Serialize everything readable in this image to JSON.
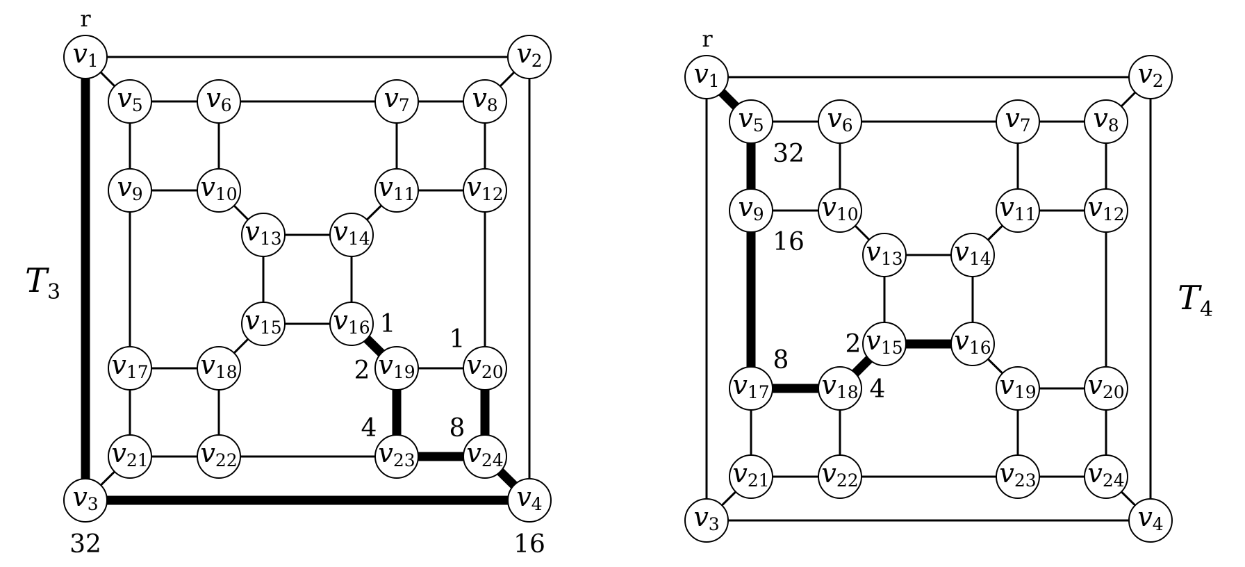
{
  "diagrams": [
    {
      "name": "T3",
      "label": {
        "main": "T",
        "sub": "3"
      },
      "root_label": "r",
      "nodes": [
        {
          "id": "v1",
          "num": "1"
        },
        {
          "id": "v2",
          "num": "2"
        },
        {
          "id": "v3",
          "num": "3"
        },
        {
          "id": "v4",
          "num": "4"
        },
        {
          "id": "v5",
          "num": "5"
        },
        {
          "id": "v6",
          "num": "6"
        },
        {
          "id": "v7",
          "num": "7"
        },
        {
          "id": "v8",
          "num": "8"
        },
        {
          "id": "v9",
          "num": "9"
        },
        {
          "id": "v10",
          "num": "10"
        },
        {
          "id": "v11",
          "num": "11"
        },
        {
          "id": "v12",
          "num": "12"
        },
        {
          "id": "v13",
          "num": "13"
        },
        {
          "id": "v14",
          "num": "14"
        },
        {
          "id": "v15",
          "num": "15"
        },
        {
          "id": "v16",
          "num": "16"
        },
        {
          "id": "v17",
          "num": "17"
        },
        {
          "id": "v18",
          "num": "18"
        },
        {
          "id": "v19",
          "num": "19"
        },
        {
          "id": "v20",
          "num": "20"
        },
        {
          "id": "v21",
          "num": "21"
        },
        {
          "id": "v22",
          "num": "22"
        },
        {
          "id": "v23",
          "num": "23"
        },
        {
          "id": "v24",
          "num": "24"
        }
      ],
      "edges": [
        [
          "v1",
          "v2"
        ],
        [
          "v1",
          "v3",
          1
        ],
        [
          "v2",
          "v4"
        ],
        [
          "v3",
          "v4",
          1
        ],
        [
          "v1",
          "v5"
        ],
        [
          "v2",
          "v8"
        ],
        [
          "v3",
          "v21"
        ],
        [
          "v4",
          "v24",
          1
        ],
        [
          "v5",
          "v6"
        ],
        [
          "v6",
          "v7"
        ],
        [
          "v7",
          "v8"
        ],
        [
          "v5",
          "v9"
        ],
        [
          "v6",
          "v10"
        ],
        [
          "v7",
          "v11"
        ],
        [
          "v8",
          "v12"
        ],
        [
          "v9",
          "v10"
        ],
        [
          "v11",
          "v12"
        ],
        [
          "v10",
          "v13"
        ],
        [
          "v11",
          "v14"
        ],
        [
          "v13",
          "v14"
        ],
        [
          "v13",
          "v15"
        ],
        [
          "v14",
          "v16"
        ],
        [
          "v15",
          "v16"
        ],
        [
          "v15",
          "v18"
        ],
        [
          "v16",
          "v19",
          1
        ],
        [
          "v9",
          "v17"
        ],
        [
          "v12",
          "v20"
        ],
        [
          "v17",
          "v18"
        ],
        [
          "v19",
          "v20"
        ],
        [
          "v17",
          "v21"
        ],
        [
          "v18",
          "v22"
        ],
        [
          "v19",
          "v23",
          1
        ],
        [
          "v20",
          "v24",
          1
        ],
        [
          "v21",
          "v22"
        ],
        [
          "v22",
          "v23"
        ],
        [
          "v23",
          "v24",
          1
        ]
      ],
      "weights": [
        "32",
        "16",
        "1",
        "1",
        "2",
        "4",
        "8"
      ]
    },
    {
      "name": "T4",
      "label": {
        "main": "T",
        "sub": "4"
      },
      "root_label": "r",
      "nodes": [
        {
          "id": "v1",
          "num": "1"
        },
        {
          "id": "v2",
          "num": "2"
        },
        {
          "id": "v3",
          "num": "3"
        },
        {
          "id": "v4",
          "num": "4"
        },
        {
          "id": "v5",
          "num": "5"
        },
        {
          "id": "v6",
          "num": "6"
        },
        {
          "id": "v7",
          "num": "7"
        },
        {
          "id": "v8",
          "num": "8"
        },
        {
          "id": "v9",
          "num": "9"
        },
        {
          "id": "v10",
          "num": "10"
        },
        {
          "id": "v11",
          "num": "11"
        },
        {
          "id": "v12",
          "num": "12"
        },
        {
          "id": "v13",
          "num": "13"
        },
        {
          "id": "v14",
          "num": "14"
        },
        {
          "id": "v15",
          "num": "15"
        },
        {
          "id": "v16",
          "num": "16"
        },
        {
          "id": "v17",
          "num": "17"
        },
        {
          "id": "v18",
          "num": "18"
        },
        {
          "id": "v19",
          "num": "19"
        },
        {
          "id": "v20",
          "num": "20"
        },
        {
          "id": "v21",
          "num": "21"
        },
        {
          "id": "v22",
          "num": "22"
        },
        {
          "id": "v23",
          "num": "23"
        },
        {
          "id": "v24",
          "num": "24"
        }
      ],
      "edges": [
        [
          "v1",
          "v2"
        ],
        [
          "v1",
          "v3"
        ],
        [
          "v2",
          "v4"
        ],
        [
          "v3",
          "v4"
        ],
        [
          "v1",
          "v5",
          1
        ],
        [
          "v2",
          "v8"
        ],
        [
          "v3",
          "v21"
        ],
        [
          "v4",
          "v24"
        ],
        [
          "v5",
          "v6"
        ],
        [
          "v6",
          "v7"
        ],
        [
          "v7",
          "v8"
        ],
        [
          "v5",
          "v9",
          1
        ],
        [
          "v6",
          "v10"
        ],
        [
          "v7",
          "v11"
        ],
        [
          "v8",
          "v12"
        ],
        [
          "v9",
          "v10"
        ],
        [
          "v11",
          "v12"
        ],
        [
          "v10",
          "v13"
        ],
        [
          "v11",
          "v14"
        ],
        [
          "v13",
          "v14"
        ],
        [
          "v13",
          "v15"
        ],
        [
          "v14",
          "v16"
        ],
        [
          "v15",
          "v16",
          1
        ],
        [
          "v15",
          "v18",
          1
        ],
        [
          "v16",
          "v19"
        ],
        [
          "v9",
          "v17",
          1
        ],
        [
          "v12",
          "v20"
        ],
        [
          "v17",
          "v18",
          1
        ],
        [
          "v19",
          "v20"
        ],
        [
          "v17",
          "v21"
        ],
        [
          "v18",
          "v22"
        ],
        [
          "v19",
          "v23"
        ],
        [
          "v20",
          "v24"
        ],
        [
          "v21",
          "v22"
        ],
        [
          "v22",
          "v23"
        ],
        [
          "v23",
          "v24"
        ]
      ],
      "weights": [
        "32",
        "16",
        "8",
        "2",
        "4"
      ]
    }
  ]
}
